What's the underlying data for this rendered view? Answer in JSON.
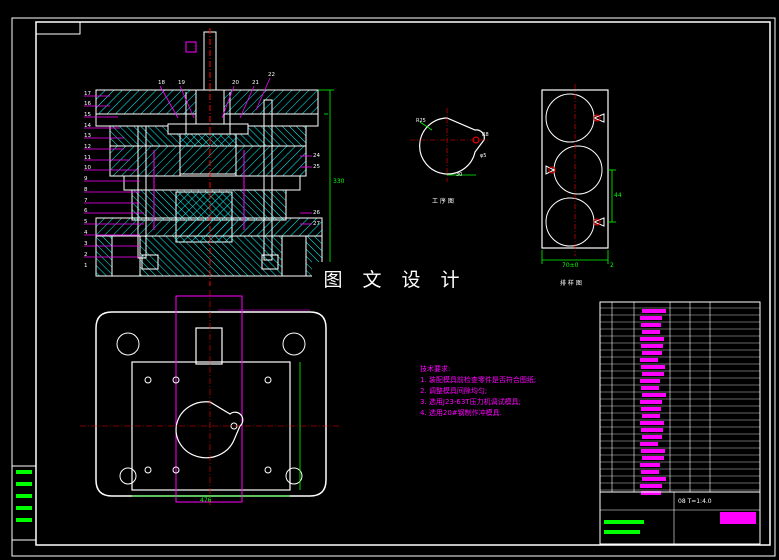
{
  "watermark": "图 文 设 计",
  "views": {
    "part_label": "工 序 图",
    "layout_label": "排 样 图"
  },
  "notes": {
    "title": "技术要求:",
    "items": [
      "1. 装配模具前检查零件是否符合图纸;",
      "2. 调整模具间隙均匀;",
      "3. 选用J23-63T压力机调试模具;",
      "4. 选用20#钢制作冲模具."
    ]
  },
  "dimensions": {
    "bottom_width": "476",
    "layout_width": "70±0",
    "layout_step": "2",
    "layout_pitch": "44",
    "side_height": "330"
  },
  "title_block": {
    "scale_text": "08   T=1:4.0"
  },
  "colors": {
    "background": "#000000",
    "outline": "#ffffff",
    "annotation": "#ff00ff",
    "hatch": "#00ffff",
    "frame": "#ffffff",
    "dimension": "#00ff00",
    "center": "#ff0000"
  }
}
